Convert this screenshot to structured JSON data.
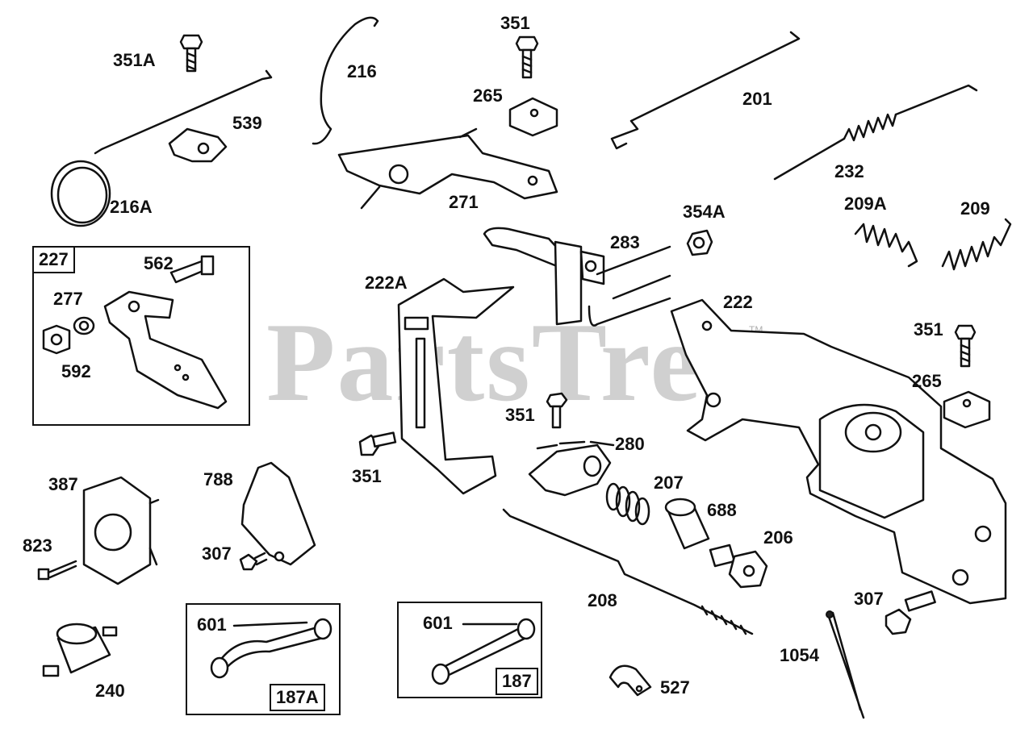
{
  "watermark": {
    "text": "PartsTree",
    "tm": "TM"
  },
  "labels": {
    "l351A": "351A",
    "l216": "216",
    "l351_top": "351",
    "l201": "201",
    "l539": "539",
    "l265_top": "265",
    "l232": "232",
    "l216A": "216A",
    "l271": "271",
    "l209A": "209A",
    "l209": "209",
    "l354A": "354A",
    "l283": "283",
    "l562": "562",
    "l277": "277",
    "l592": "592",
    "l222A": "222A",
    "l222": "222",
    "l351_right": "351",
    "l265_right": "265",
    "l351_mid": "351",
    "l280": "280",
    "l351_left": "351",
    "l387": "387",
    "l788": "788",
    "l207": "207",
    "l688": "688",
    "l206": "206",
    "l823": "823",
    "l307_left": "307",
    "l208": "208",
    "l307_right": "307",
    "l601_a": "601",
    "l601_b": "601",
    "l1054": "1054",
    "l240": "240",
    "l527": "527"
  },
  "kits": {
    "k227": "227",
    "k187A": "187A",
    "k187": "187"
  }
}
